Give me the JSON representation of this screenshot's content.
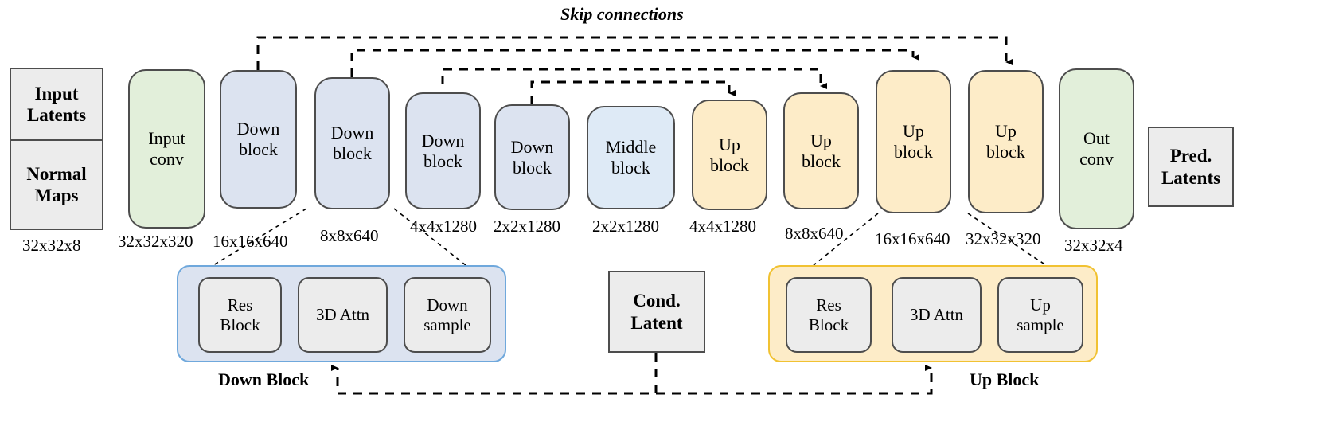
{
  "diagram": {
    "title": "Skip connections",
    "pipeline": [
      {
        "id": "input-latents",
        "lines": [
          "Input",
          "Latents"
        ],
        "shape": "sharp",
        "fill": "grey",
        "bold": true,
        "dim": ""
      },
      {
        "id": "normal-maps",
        "lines": [
          "Normal",
          "Maps"
        ],
        "shape": "sharp",
        "fill": "grey",
        "bold": true,
        "dim": "32x32x8"
      },
      {
        "id": "input-conv",
        "lines": [
          "Input",
          "conv"
        ],
        "shape": "rounded",
        "fill": "green",
        "bold": false,
        "dim": "32x32x320"
      },
      {
        "id": "down-block-1",
        "lines": [
          "Down",
          "block"
        ],
        "shape": "rounded",
        "fill": "blue",
        "bold": false,
        "dim": "16x16x640"
      },
      {
        "id": "down-block-2",
        "lines": [
          "Down",
          "block"
        ],
        "shape": "rounded",
        "fill": "blue",
        "bold": false,
        "dim": "8x8x640"
      },
      {
        "id": "down-block-3",
        "lines": [
          "Down",
          "block"
        ],
        "shape": "rounded",
        "fill": "blue",
        "bold": false,
        "dim": "4x4x1280"
      },
      {
        "id": "down-block-4",
        "lines": [
          "Down",
          "block"
        ],
        "shape": "rounded",
        "fill": "blue",
        "bold": false,
        "dim": "2x2x1280"
      },
      {
        "id": "middle-block",
        "lines": [
          "Middle",
          "block"
        ],
        "shape": "rounded",
        "fill": "lblue",
        "bold": false,
        "dim": "2x2x1280"
      },
      {
        "id": "up-block-1",
        "lines": [
          "Up",
          "block"
        ],
        "shape": "rounded",
        "fill": "yellow",
        "bold": false,
        "dim": "4x4x1280"
      },
      {
        "id": "up-block-2",
        "lines": [
          "Up",
          "block"
        ],
        "shape": "rounded",
        "fill": "yellow",
        "bold": false,
        "dim": "8x8x640"
      },
      {
        "id": "up-block-3",
        "lines": [
          "Up",
          "block"
        ],
        "shape": "rounded",
        "fill": "yellow",
        "bold": false,
        "dim": "16x16x640"
      },
      {
        "id": "up-block-4",
        "lines": [
          "Up",
          "block"
        ],
        "shape": "rounded",
        "fill": "yellow",
        "bold": false,
        "dim": "32x32x320"
      },
      {
        "id": "out-conv",
        "lines": [
          "Out",
          "conv"
        ],
        "shape": "rounded",
        "fill": "green",
        "bold": false,
        "dim": "32x32x4"
      },
      {
        "id": "pred-latents",
        "lines": [
          "Pred.",
          "Latents"
        ],
        "shape": "sharp",
        "fill": "grey",
        "bold": true,
        "dim": ""
      }
    ],
    "down_panel": {
      "caption": "Down Block",
      "nodes": [
        {
          "id": "down-res-block",
          "lines": [
            "Res",
            "Block"
          ]
        },
        {
          "id": "down-3d-attn",
          "lines": [
            "3D Attn"
          ]
        },
        {
          "id": "down-downsample",
          "lines": [
            "Down",
            "sample"
          ]
        }
      ]
    },
    "up_panel": {
      "caption": "Up Block",
      "nodes": [
        {
          "id": "up-res-block",
          "lines": [
            "Res",
            "Block"
          ]
        },
        {
          "id": "up-3d-attn",
          "lines": [
            "3D Attn"
          ]
        },
        {
          "id": "up-upsample",
          "lines": [
            "Up",
            "sample"
          ]
        }
      ]
    },
    "cond_latent": {
      "lines": [
        "Cond.",
        "Latent"
      ]
    },
    "colors": {
      "green": "#e2efda",
      "blue": "#dce3f0",
      "light_blue": "#deeaf6",
      "yellow": "#fdecc8",
      "grey": "#ececec",
      "stroke": "#4d4d4d",
      "down_panel_border": "#6fa8dc",
      "up_panel_border": "#f1c232"
    }
  }
}
